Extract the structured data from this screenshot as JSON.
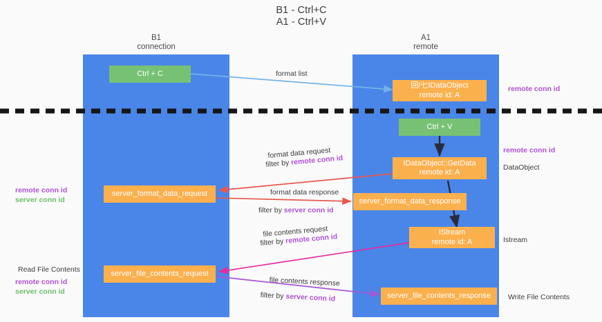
{
  "diagram": {
    "type": "sequence-swimlane",
    "title_lines": [
      "B1 - Ctrl+C",
      "A1 - Ctrl+V"
    ],
    "background": "#fafafa",
    "colors": {
      "lane": "#4a86e8",
      "green_node": "#77c174",
      "orange_node": "#fbb04e",
      "purple_accent": "#b152d6",
      "green_accent": "#6cbf6a",
      "blue_arrow": "#74b3e8",
      "red_arrow": "#e8594f",
      "magenta_arrow": "#e52ba0",
      "violet_arrow": "#a855d6",
      "dark_arrow": "#2b2b3c",
      "divider": "#1a1a1a"
    }
  },
  "lanes": [
    {
      "id": "b1",
      "title": "B1",
      "subtitle": "connection"
    },
    {
      "id": "a1",
      "title": "A1",
      "subtitle": "remote"
    }
  ],
  "nodes": [
    {
      "id": "ctrl-c",
      "lane": "b1",
      "style": "green",
      "line1": "Ctrl + C",
      "line2": ""
    },
    {
      "id": "idataobject",
      "lane": "a1",
      "style": "orange",
      "line1": "回/七IDataObject",
      "line2": "remote id: A"
    },
    {
      "id": "ctrl-v",
      "lane": "a1",
      "style": "green",
      "line1": "Ctrl + V",
      "line2": ""
    },
    {
      "id": "getdata",
      "lane": "a1",
      "style": "orange",
      "line1": "IDataObject::GetData",
      "line2": "remote id: A"
    },
    {
      "id": "fmt-data-request",
      "lane": "b1",
      "style": "orange",
      "line1": "server_format_data_request",
      "line2": ""
    },
    {
      "id": "fmt-data-response",
      "lane": "a1",
      "style": "orange",
      "line1": "server_format_data_response",
      "line2": ""
    },
    {
      "id": "istream",
      "lane": "a1",
      "style": "orange",
      "line1": "IStream",
      "line2": "remote id: A"
    },
    {
      "id": "file-contents-request",
      "lane": "b1",
      "style": "orange",
      "line1": "server_file_contents_request",
      "line2": ""
    },
    {
      "id": "file-contents-response",
      "lane": "a1",
      "style": "orange",
      "line1": "server_file_contents_response",
      "line2": ""
    }
  ],
  "edge_labels": {
    "format_list": "format list",
    "format_data_request": "format data request",
    "format_data_request_filter_pre": "filter by ",
    "format_data_request_filter_key": "remote conn id",
    "format_data_response": "format data response",
    "format_data_response_filter_pre": "filter by ",
    "format_data_response_filter_key": "server conn id",
    "file_contents_request": "file contents request",
    "file_contents_request_filter_pre": "filter by ",
    "file_contents_request_filter_key": "remote conn id",
    "file_contents_response": "file contents response",
    "file_contents_response_filter_pre": "filter by ",
    "file_contents_response_filter_key": "server conn id"
  },
  "annotations": {
    "right_top_remote_conn_id": "remote conn id",
    "right_mid_remote_conn_id": "remote conn id",
    "right_dataobject": "DataObject",
    "right_istream": "Istream",
    "right_write_file_contents": "Write File Contents",
    "left_mid_remote_conn_id": "remote conn id",
    "left_mid_server_conn_id": "server conn id",
    "left_read_file_contents": "Read File Contents",
    "left_bot_remote_conn_id": "remote conn id",
    "left_bot_server_conn_id": "server conn id"
  }
}
